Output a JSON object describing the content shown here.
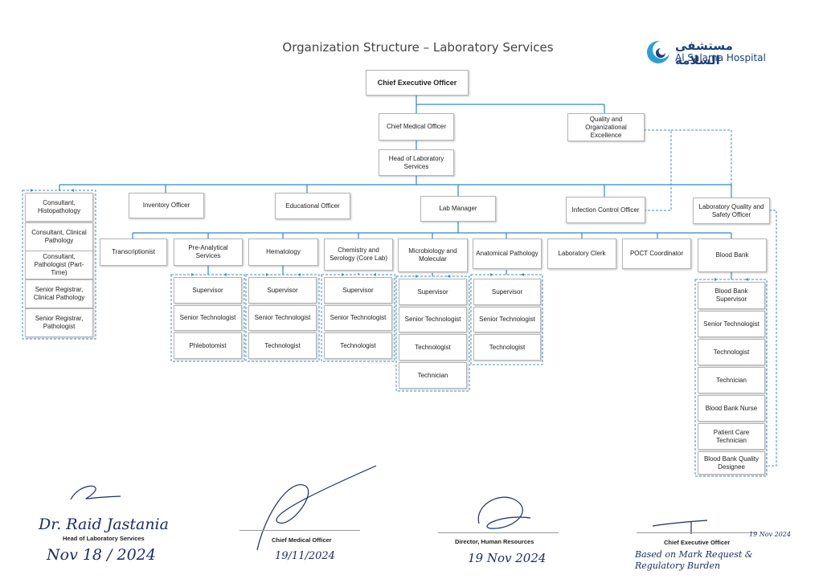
{
  "title": "Organization Structure – Laboratory Services",
  "logo": {
    "arabic": "مستشفى السلامة",
    "english": "Al Salama Hospital",
    "colors": {
      "primary": "#1a3f7a",
      "accent": "#2a9fd8"
    }
  },
  "org": {
    "ceo": "Chief Executive Officer",
    "cmo": "Chief Medical Officer",
    "quality_excellence": "Quality and Organizational Excellence",
    "head_lab": "Head of Laboratory Services",
    "consultants": [
      "Consultant, Histopathology",
      "Consultant, Clinical Pathology",
      "Consultant, Pathologist (Part-Time)",
      "Senior Registrar, Clinical Pathology",
      "Senior Registrar, Pathologist"
    ],
    "inventory_officer": "Inventory Officer",
    "educational_officer": "Educational Officer",
    "lab_manager": "Lab Manager",
    "infection_control_officer": "Infection Control Officer",
    "lab_quality_safety_officer": "Laboratory Quality and Safety Officer",
    "units": {
      "transcriptionist": "Transcriptionist",
      "pre_analytical": "Pre-Analytical Services",
      "hematology": "Hematology",
      "chemistry": "Chemistry and Serology (Core Lab)",
      "microbiology": "Microbiology and Molecular",
      "anatomical": "Anatomical Pathology",
      "lab_clerk": "Laboratory Clerk",
      "poct": "POCT Coordinator",
      "blood_bank": "Blood Bank"
    },
    "pre_analytical_staff": [
      "Supervisor",
      "Senior Technologist",
      "Phlebotomist"
    ],
    "hematology_staff": [
      "Supervisor",
      "Senior Technologist",
      "Technologist"
    ],
    "chemistry_staff": [
      "Supervisor",
      "Senior Technologist",
      "Technologist"
    ],
    "microbiology_staff": [
      "Supervisor",
      "Senior Technologist",
      "Technologist",
      "Technician"
    ],
    "anatomical_staff": [
      "Supervisor",
      "Senior Technologist",
      "Technologist"
    ],
    "blood_bank_staff": [
      "Blood Bank Supervisor",
      "Senior Technologist",
      "Technologist",
      "Technician",
      "Blood Bank Nurse",
      "Patient Care Technician",
      "Blood Bank Quality Designee"
    ]
  },
  "signatures": {
    "head_lab": {
      "title": "Head of Laboratory Services",
      "name": "Dr. Raid Jastania",
      "date": "Nov 18 / 2024"
    },
    "cmo": {
      "title": "Chief Medical Officer",
      "date": "19/11/2024"
    },
    "hr": {
      "title": "Director, Human Resources",
      "date": "19 Nov 2024"
    },
    "ceo": {
      "title": "Chief Executive Officer",
      "date": "19 Nov 2024",
      "note": "Based on Mark Request & Regulatory Burden"
    }
  },
  "colors": {
    "line": "#2f86c6",
    "dashed": "#3b8fd0",
    "box_border": "#b5b5b5"
  }
}
